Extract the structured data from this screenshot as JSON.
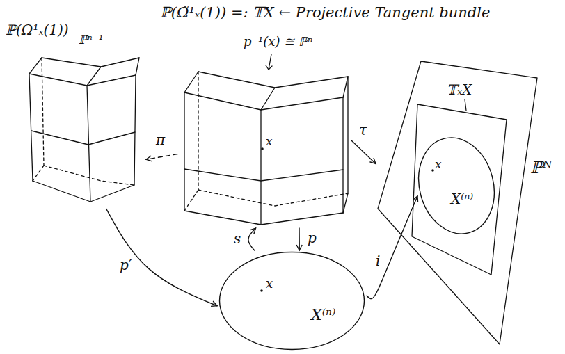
{
  "diagram": {
    "title": "ℙ(Ω̃¹ₓ(1)) =: 𝕋X ← Projective Tangent bundle",
    "nodes": [
      {
        "text": [
          "ℙ(Ω¹ₓ(1))",
          "ℙⁿ⁻¹"
        ]
      },
      {
        "text": [
          "p⁻¹(x) ≅ ℙⁿ",
          "x"
        ]
      },
      {
        "text": [
          "ℙᴺ"
        ]
      },
      {
        "text": [
          "𝕋ₓX"
        ],
        "in": 2
      },
      {
        "text": [
          "x",
          "X⁽ⁿ⁾"
        ],
        "in": 3
      },
      {
        "text": [
          "x",
          "X⁽ⁿ⁾"
        ]
      }
    ],
    "edges": [
      {
        "from": 1,
        "to": 0,
        "label": "π",
        "arrow": "to"
      },
      {
        "from": 1,
        "to": 2,
        "label": "τ",
        "arrow": "to"
      },
      {
        "from": 0,
        "to": 5,
        "label": "p′",
        "arrow": "to"
      },
      {
        "from": 5,
        "to": 1,
        "label": "s",
        "arrow": "to"
      },
      {
        "from": 1,
        "to": 5,
        "label": "p",
        "arrow": "to"
      },
      {
        "from": 5,
        "to": 4,
        "label": "i",
        "arrow": "to"
      }
    ]
  }
}
